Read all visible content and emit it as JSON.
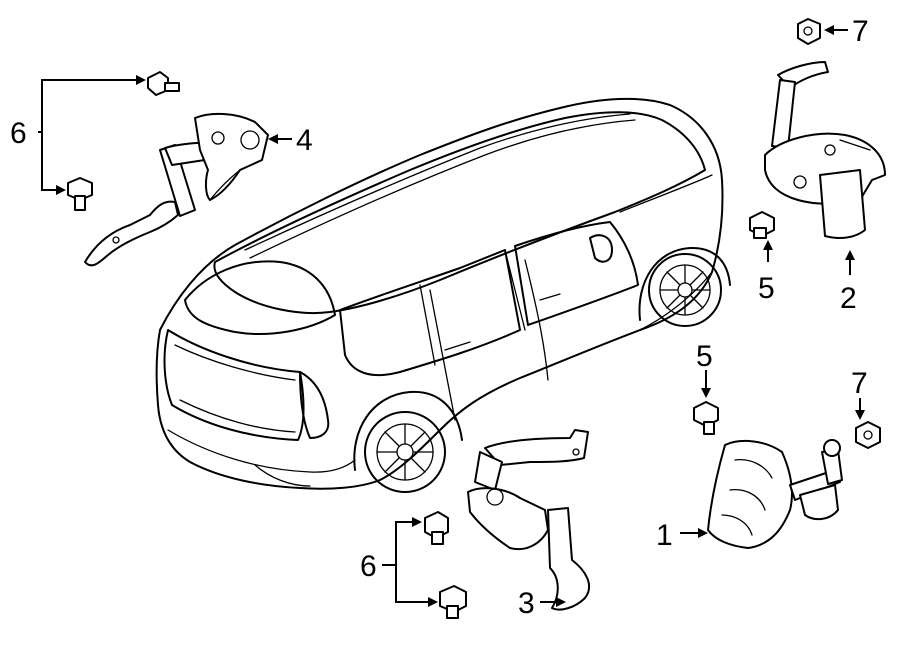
{
  "callouts": {
    "c1": "1",
    "c2": "2",
    "c3": "3",
    "c4": "4",
    "c5_top": "5",
    "c5_mid": "5",
    "c6_top": "6",
    "c6_bottom": "6",
    "c7_top": "7",
    "c7_mid": "7"
  }
}
